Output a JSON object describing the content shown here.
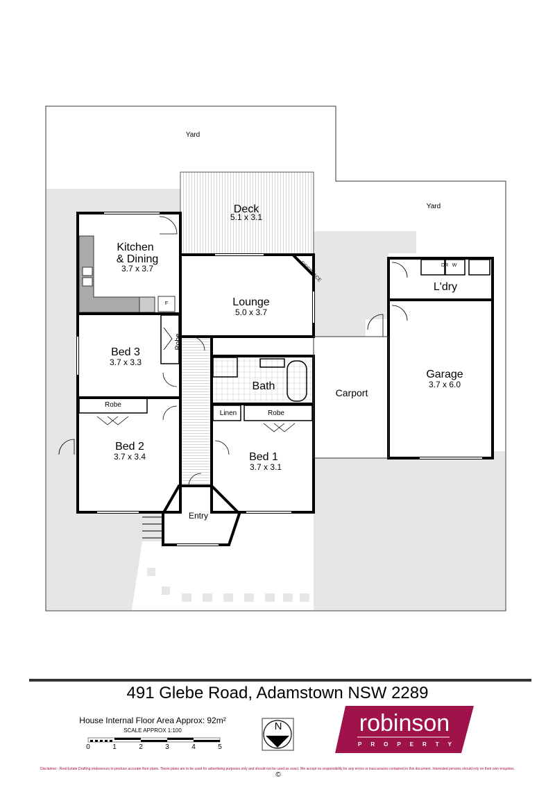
{
  "rooms": {
    "yard_top": {
      "name": "Yard"
    },
    "yard_right": {
      "name": "Yard"
    },
    "deck": {
      "name": "Deck",
      "dims": "5.1 x 3.1"
    },
    "kitchen": {
      "name": "Kitchen",
      "name2": "& Dining",
      "dims": "3.7 x 3.7"
    },
    "lounge": {
      "name": "Lounge",
      "dims": "5.0 x 3.7"
    },
    "fireplace": {
      "name": "FIREPLACE"
    },
    "fridge": {
      "name": "F"
    },
    "laundry": {
      "name": "L'dry",
      "dryer": "DR",
      "washer": "W"
    },
    "bed3": {
      "name": "Bed 3",
      "dims": "3.7 x 3.3",
      "robe": "Robe"
    },
    "bath": {
      "name": "Bath"
    },
    "carport": {
      "name": "Carport"
    },
    "garage": {
      "name": "Garage",
      "dims": "3.7 x 6.0"
    },
    "bed2": {
      "name": "Bed 2",
      "dims": "3.7 x 3.4",
      "robe": "Robe"
    },
    "linen": {
      "name": "Linen"
    },
    "bed1": {
      "name": "Bed 1",
      "dims": "3.7 x 3.1",
      "robe": "Robe"
    },
    "entry": {
      "name": "Entry"
    }
  },
  "footer": {
    "address": "491 Glebe Road, Adamstown NSW 2289",
    "floor_area": "House Internal Floor Area Approx: 92m²",
    "scale": "SCALE APPROX 1:100",
    "scale_ticks": [
      "0",
      "1",
      "2",
      "3",
      "4",
      "5"
    ],
    "north": "N",
    "disclaimer": "Disclaimer - Real Estate Drafting endeavours to produce accurate floor plans. These plans are to be used for advertising purposes only and should not be used as exact.  We accept no responsibility for any errors or inaccuracies contained in this document. Interested persons should rely on their own enquiries.",
    "copyright": "©"
  },
  "logo": {
    "name": "robinson",
    "sub": "PROPERTY",
    "color": "#a0124a"
  }
}
